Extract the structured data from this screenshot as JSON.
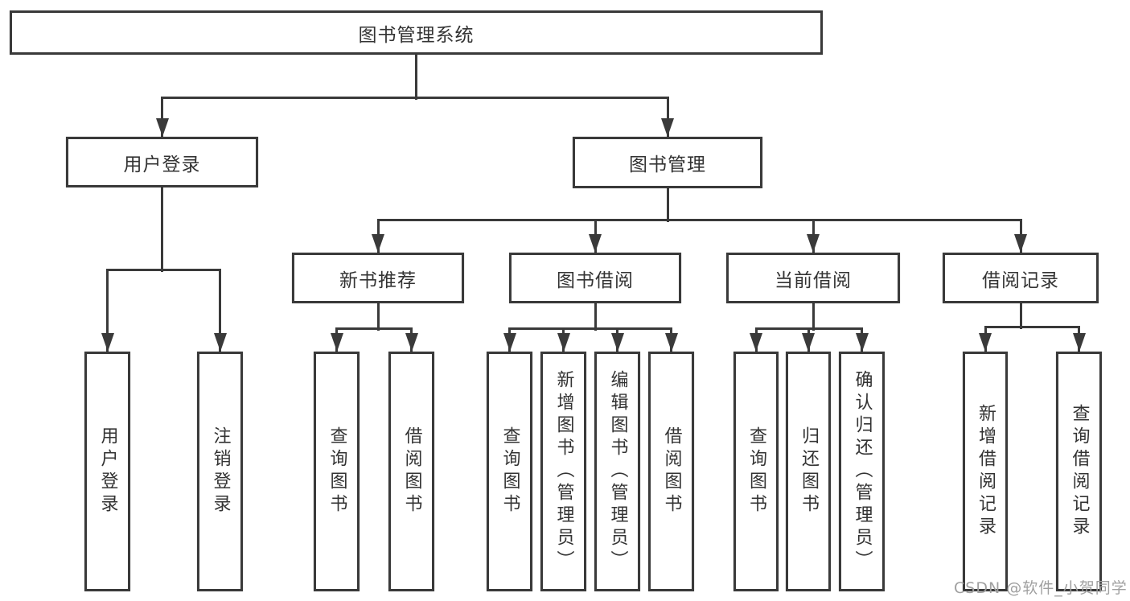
{
  "diagram": {
    "title": "图书管理系统",
    "watermark": "CSDN @软件_小贺同学",
    "colors": {
      "line": "#3a3a3a",
      "box_fill": "#ffffff",
      "text": "#333333",
      "watermark": "#a0a0a0",
      "background": "#ffffff"
    },
    "nodes": [
      {
        "id": "root",
        "label": "图书管理系统",
        "parent": null,
        "orientation": "horizontal"
      },
      {
        "id": "user-login",
        "label": "用户登录",
        "parent": "root",
        "orientation": "horizontal"
      },
      {
        "id": "book-mgmt",
        "label": "图书管理",
        "parent": "root",
        "orientation": "horizontal"
      },
      {
        "id": "v-user-login",
        "label": "用户登录",
        "parent": "user-login",
        "orientation": "vertical"
      },
      {
        "id": "v-logout",
        "label": "注销登录",
        "parent": "user-login",
        "orientation": "vertical"
      },
      {
        "id": "new-book-rec",
        "label": "新书推荐",
        "parent": "book-mgmt",
        "orientation": "horizontal"
      },
      {
        "id": "book-borrow",
        "label": "图书借阅",
        "parent": "book-mgmt",
        "orientation": "horizontal"
      },
      {
        "id": "current-borrow",
        "label": "当前借阅",
        "parent": "book-mgmt",
        "orientation": "horizontal"
      },
      {
        "id": "borrow-record",
        "label": "借阅记录",
        "parent": "book-mgmt",
        "orientation": "horizontal"
      },
      {
        "id": "v-query-book-1",
        "label": "查询图书",
        "parent": "new-book-rec",
        "orientation": "vertical"
      },
      {
        "id": "v-borrow-book-1",
        "label": "借阅图书",
        "parent": "new-book-rec",
        "orientation": "vertical"
      },
      {
        "id": "v-query-book-2",
        "label": "查询图书",
        "parent": "book-borrow",
        "orientation": "vertical"
      },
      {
        "id": "v-add-book",
        "label": "新增图书（管理员）",
        "parent": "book-borrow",
        "orientation": "vertical"
      },
      {
        "id": "v-edit-book",
        "label": "编辑图书（管理员）",
        "parent": "book-borrow",
        "orientation": "vertical"
      },
      {
        "id": "v-borrow-book-2",
        "label": "借阅图书",
        "parent": "book-borrow",
        "orientation": "vertical"
      },
      {
        "id": "v-query-book-3",
        "label": "查询图书",
        "parent": "current-borrow",
        "orientation": "vertical"
      },
      {
        "id": "v-return-book",
        "label": "归还图书",
        "parent": "current-borrow",
        "orientation": "vertical"
      },
      {
        "id": "v-confirm-return",
        "label": "确认归还（管理员）",
        "parent": "current-borrow",
        "orientation": "vertical"
      },
      {
        "id": "v-add-record",
        "label": "新增借阅记录",
        "parent": "borrow-record",
        "orientation": "vertical"
      },
      {
        "id": "v-query-record",
        "label": "查询借阅记录",
        "parent": "borrow-record",
        "orientation": "vertical"
      }
    ]
  }
}
